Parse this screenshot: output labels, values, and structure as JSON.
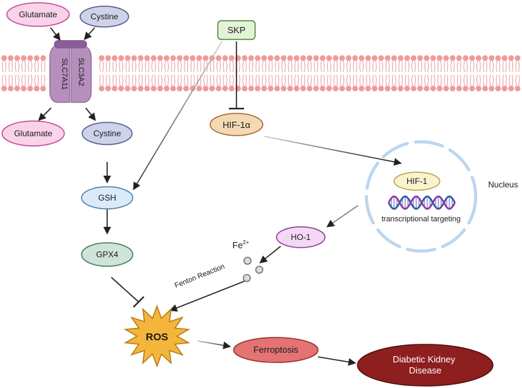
{
  "nodes": {
    "glutamate_in": "Glutamate",
    "cystine_in": "Cystine",
    "slc7a11": "SLC7A11",
    "slc3a2": "SLC3A2",
    "glutamate_out": "Glutamate",
    "cystine_out": "Cystine",
    "skp": "SKP",
    "hif1a": "HIF-1α",
    "gsh": "GSH",
    "gpx4": "GPX4",
    "hif1": "HIF-1",
    "transcriptional": "transcriptional targeting",
    "nucleus": "Nucleus",
    "ho1": "HO-1",
    "fe_base": "Fe",
    "fe_sup": "2+",
    "fenton": "Fenton Reaction",
    "ros": "ROS",
    "ferroptosis": "Ferroptosis",
    "dkd_line1": "Diabetic Kidney",
    "dkd_line2": "Disease"
  },
  "colors": {
    "membrane_head": "#f09a9a",
    "membrane_tail": "#e8a0a0",
    "pink_fill": "#f9d3ea",
    "pink_stroke": "#c2478f",
    "lavender_fill": "#cfd3ea",
    "lavender_stroke": "#4f5a8c",
    "skp_fill": "#e3f3d6",
    "skp_stroke": "#4f8a3c",
    "hif1a_fill": "#f5d9b5",
    "hif1a_stroke": "#a06a2e",
    "gsh_fill": "#dbeaf8",
    "gsh_stroke": "#4b7eb0",
    "gpx4_fill": "#cfe3d9",
    "gpx4_stroke": "#3e7a63",
    "ho1_fill": "#f3d9f5",
    "ho1_stroke": "#8b3a98",
    "hif1_fill": "#fbf3cf",
    "hif1_stroke": "#b9a24a",
    "nucleus_stroke": "#bcd6ee",
    "ros_fill": "#f3b63b",
    "ros_stroke": "#b87a12",
    "ferroptosis_fill": "#e47474",
    "ferroptosis_stroke": "#9b2f2f",
    "dkd_fill": "#8e1f1f",
    "dkd_stroke": "#4f0d0d",
    "transporter": "#b68fbd",
    "dna_blue": "#2f5aa8",
    "dna_purple": "#8a3aa8"
  }
}
